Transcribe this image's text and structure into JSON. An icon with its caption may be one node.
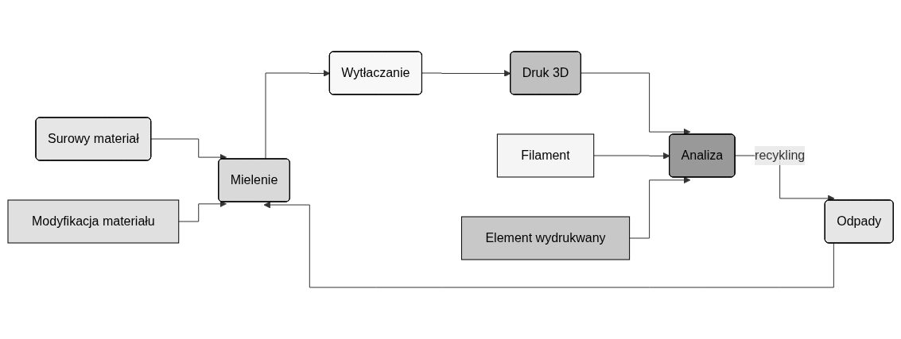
{
  "diagram": {
    "nodes": [
      {
        "text": [
          "Surowy materiał"
        ]
      },
      {
        "text": [
          "Odpady"
        ]
      },
      {
        "text": [
          "Modyfikacja materiału"
        ]
      },
      {
        "text": [
          "Mielenie"
        ]
      },
      {
        "text": [
          "Filament"
        ]
      },
      {
        "text": [
          "Wytłaczanie"
        ]
      },
      {
        "text": [
          "Element wydrukwany"
        ]
      },
      {
        "text": [
          "Druk 3D"
        ]
      },
      {
        "text": [
          "Analiza"
        ]
      }
    ],
    "edges": [
      {
        "from": 0,
        "to": 3,
        "arrow": "to"
      },
      {
        "from": 1,
        "to": 3,
        "arrow": "to"
      },
      {
        "from": 2,
        "to": 3,
        "arrow": "to"
      },
      {
        "from": 3,
        "to": 5,
        "arrow": "to"
      },
      {
        "from": 5,
        "to": 7,
        "arrow": "to"
      },
      {
        "from": 7,
        "to": 8,
        "arrow": "to"
      },
      {
        "from": 4,
        "to": 8,
        "arrow": "to"
      },
      {
        "from": 6,
        "to": 8,
        "arrow": "to"
      },
      {
        "from": 8,
        "to": 1,
        "label": "recykling",
        "arrow": "to"
      }
    ]
  }
}
